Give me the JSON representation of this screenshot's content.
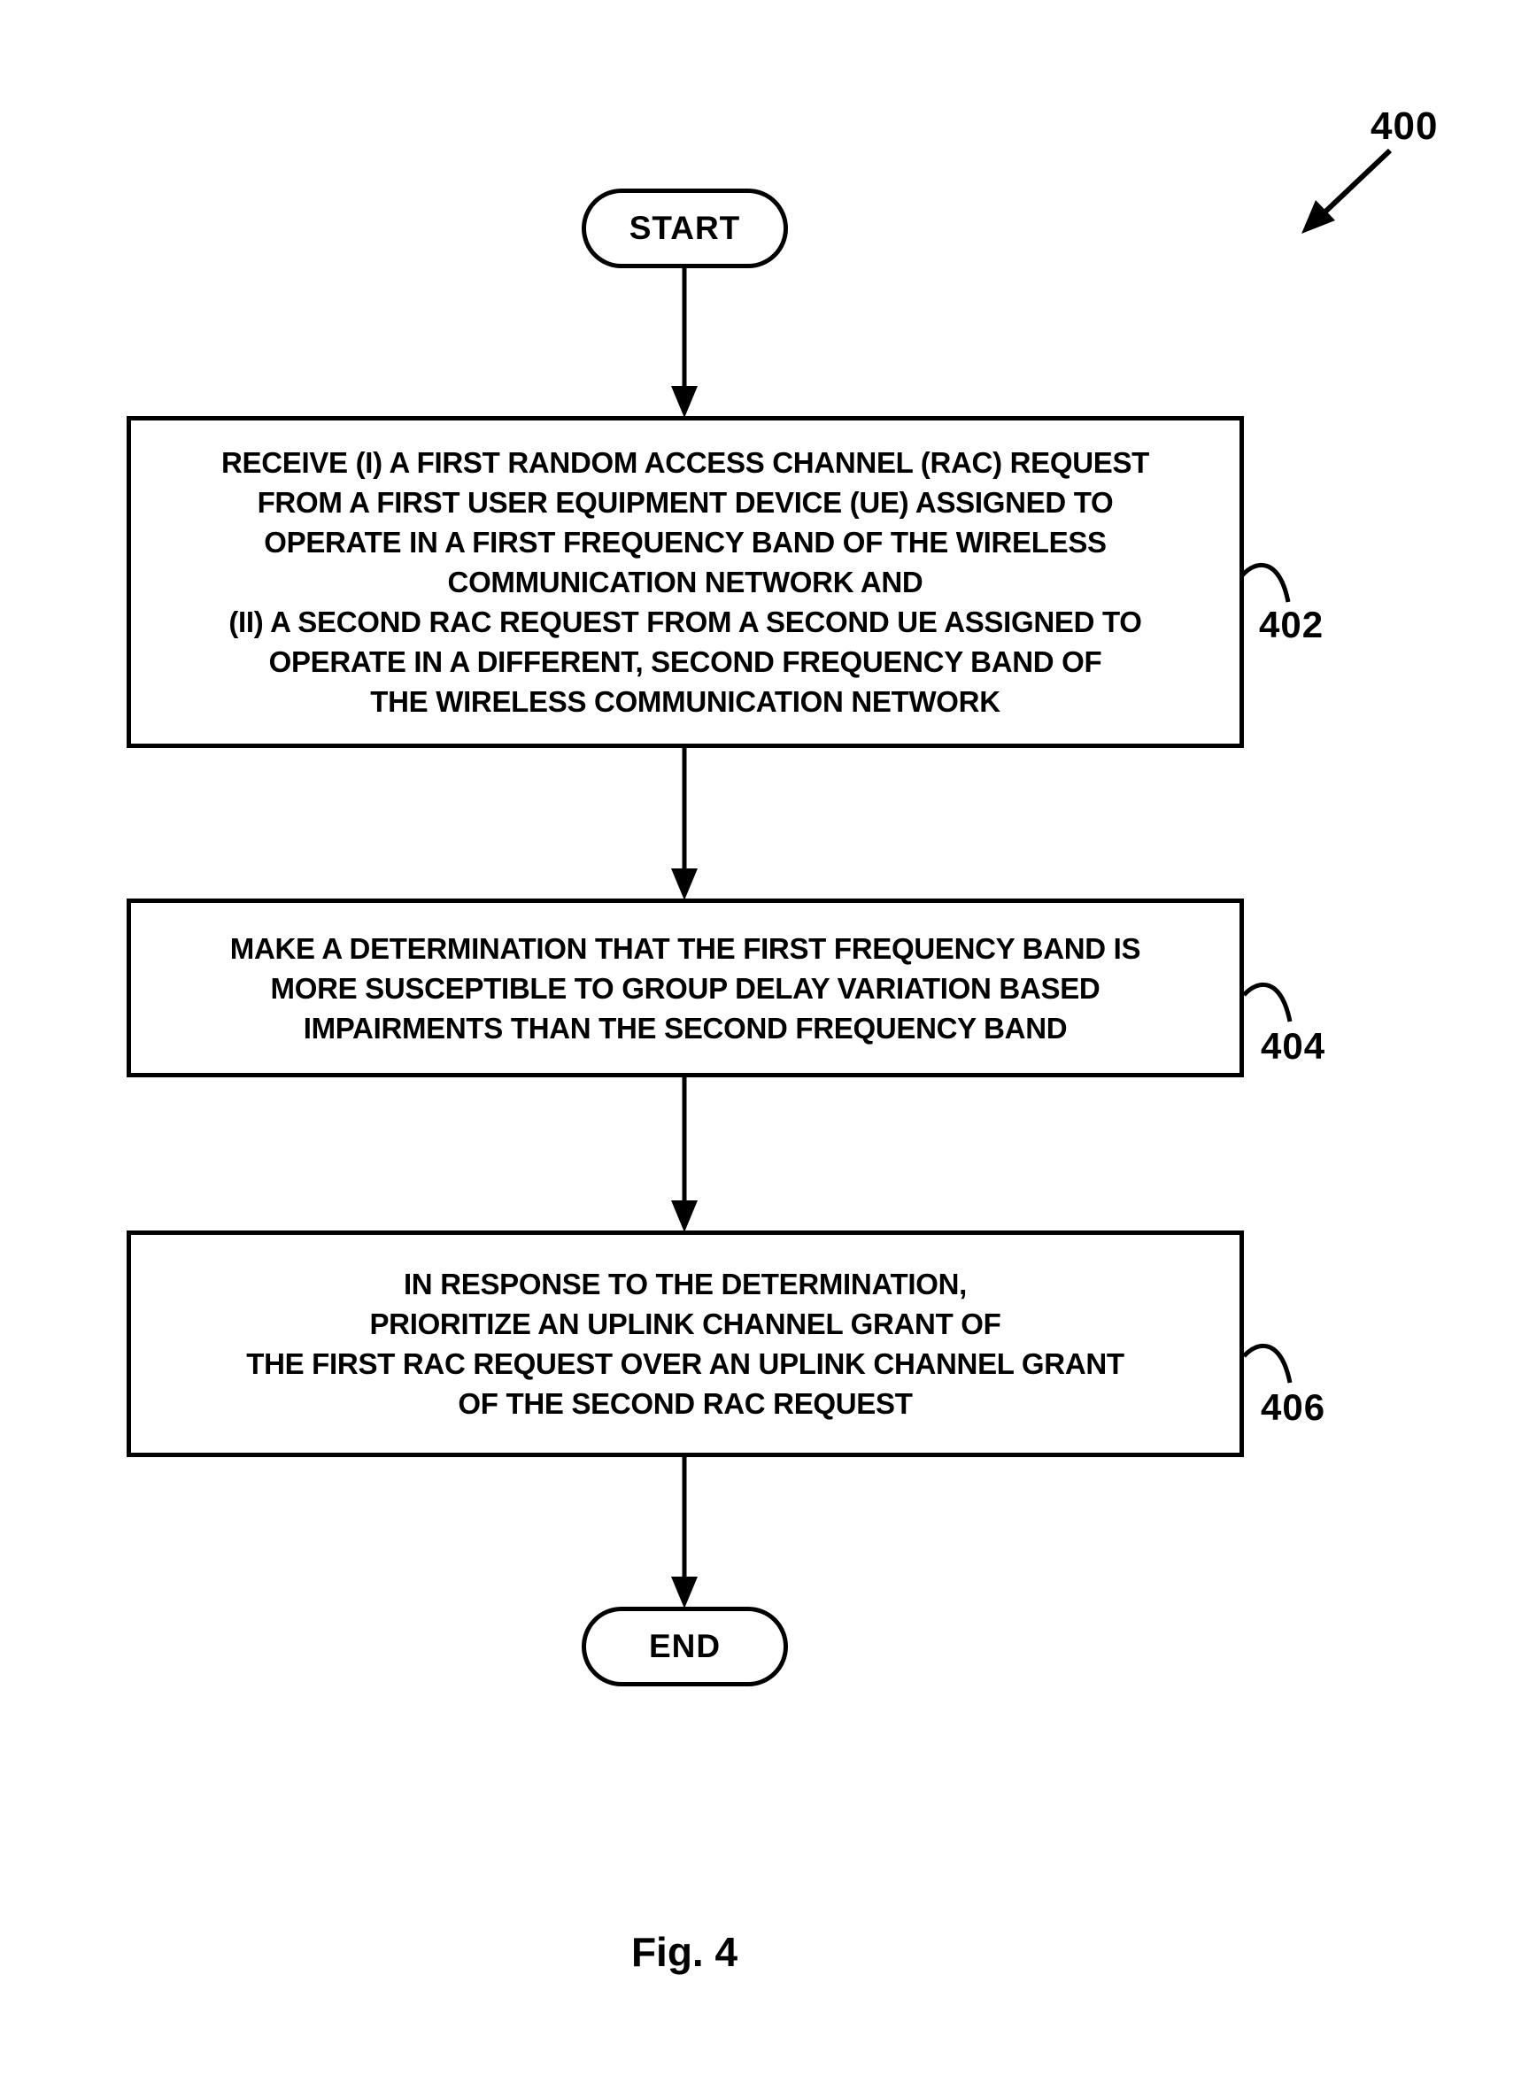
{
  "figure": {
    "reference_number": "400",
    "caption": "Fig. 4"
  },
  "terminals": {
    "start": "START",
    "end": "END"
  },
  "steps": [
    {
      "ref": "402",
      "text": "RECEIVE (I) A FIRST RANDOM ACCESS CHANNEL (RAC) REQUEST\nFROM A FIRST USER EQUIPMENT DEVICE (UE) ASSIGNED TO\nOPERATE IN A FIRST FREQUENCY BAND OF THE WIRELESS\nCOMMUNICATION NETWORK AND\n(II) A SECOND RAC REQUEST FROM A SECOND UE ASSIGNED TO\nOPERATE IN A DIFFERENT, SECOND FREQUENCY BAND OF\nTHE WIRELESS COMMUNICATION NETWORK"
    },
    {
      "ref": "404",
      "text": "MAKE A DETERMINATION THAT THE FIRST FREQUENCY BAND IS\nMORE SUSCEPTIBLE TO GROUP DELAY VARIATION BASED\nIMPAIRMENTS THAN THE SECOND FREQUENCY BAND"
    },
    {
      "ref": "406",
      "text": "IN RESPONSE TO THE DETERMINATION,\nPRIORITIZE AN UPLINK CHANNEL GRANT OF\nTHE FIRST RAC REQUEST OVER AN UPLINK CHANNEL GRANT\nOF THE SECOND RAC REQUEST"
    }
  ],
  "colors": {
    "ink": "#000000",
    "paper": "#ffffff"
  }
}
